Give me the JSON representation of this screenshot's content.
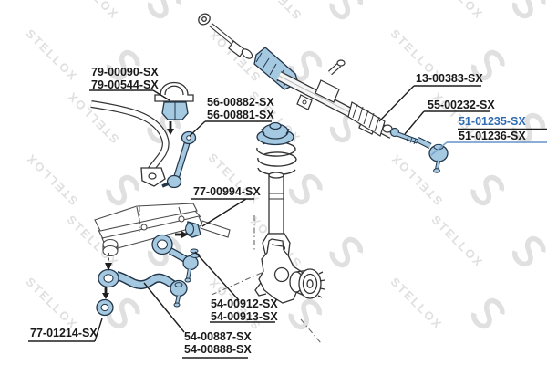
{
  "image_type": "auto-parts-catalog-diagram",
  "watermark": {
    "text": "STELLOX",
    "color": "#e0e0e0"
  },
  "colors": {
    "background": "#ffffff",
    "highlight_fill": "#a6c9e2",
    "highlight_stroke": "#22364a",
    "outline_stroke": "#333333",
    "label_text": "#1a1a1a",
    "label_highlight_text": "#2e6db4",
    "leader_blue": "#7ba3d0"
  },
  "labels": [
    {
      "id": "stabilizer-bushing",
      "lines": [
        "79-00090-SX",
        "79-00544-SX"
      ]
    },
    {
      "id": "stabilizer-link",
      "lines": [
        "56-00882-SX",
        "56-00881-SX"
      ]
    },
    {
      "id": "steering-boot",
      "lines": [
        "13-00383-SX"
      ]
    },
    {
      "id": "inner-tie-rod",
      "lines": [
        "55-00232-SX"
      ]
    },
    {
      "id": "tie-rod-end-highlighted",
      "lines": [
        "51-01235-SX"
      ],
      "highlighted": true
    },
    {
      "id": "tie-rod-end",
      "lines": [
        "51-01236-SX"
      ]
    },
    {
      "id": "arm-bushing-rear",
      "lines": [
        "77-00994-SX"
      ]
    },
    {
      "id": "control-arm-rear",
      "lines": [
        "54-00912-SX",
        "54-00913-SX"
      ]
    },
    {
      "id": "control-arm-front",
      "lines": [
        "54-00887-SX",
        "54-00888-SX"
      ]
    },
    {
      "id": "arm-bushing-front",
      "lines": [
        "77-01214-SX"
      ]
    }
  ]
}
